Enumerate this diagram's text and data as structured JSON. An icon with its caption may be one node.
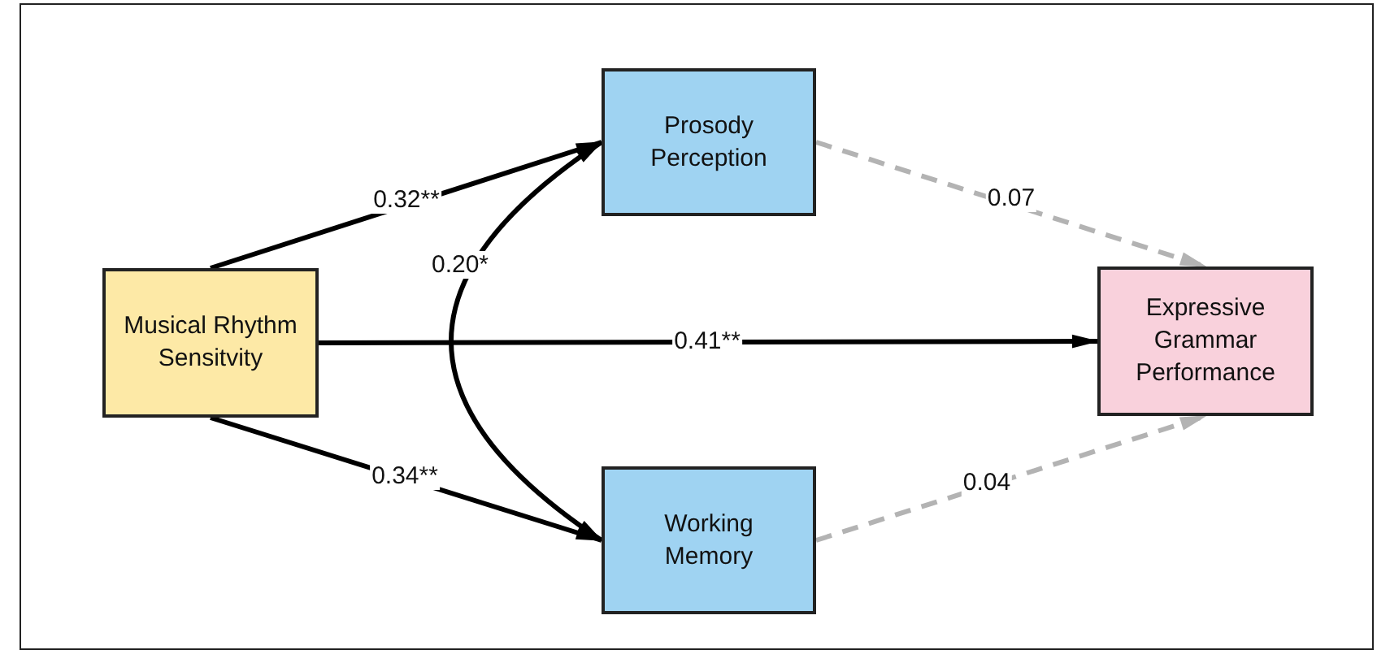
{
  "diagram": {
    "nodes": [
      {
        "text": [
          "Musical Rhythm Sensitvity"
        ]
      },
      {
        "text": [
          "Prosody Perception"
        ]
      },
      {
        "text": [
          "Working Memory"
        ]
      },
      {
        "text": [
          "Expressive Grammar Performance"
        ]
      }
    ],
    "edges": [
      {
        "from": 0,
        "to": 1,
        "arrow": "to",
        "label": "0.32**"
      },
      {
        "from": 0,
        "to": 2,
        "arrow": "to",
        "label": "0.34**"
      },
      {
        "from": 0,
        "to": 3,
        "arrow": "to",
        "label": "0.41**"
      },
      {
        "from": 1,
        "to": 2,
        "arrow": "both",
        "label": "0.20*"
      },
      {
        "from": 1,
        "to": 3,
        "arrow": "to",
        "label": "0.07",
        "style": "dashed",
        "color": "#b3b3b3"
      },
      {
        "from": 2,
        "to": 3,
        "arrow": "to",
        "label": "0.04",
        "style": "dashed",
        "color": "#b3b3b3"
      }
    ]
  }
}
